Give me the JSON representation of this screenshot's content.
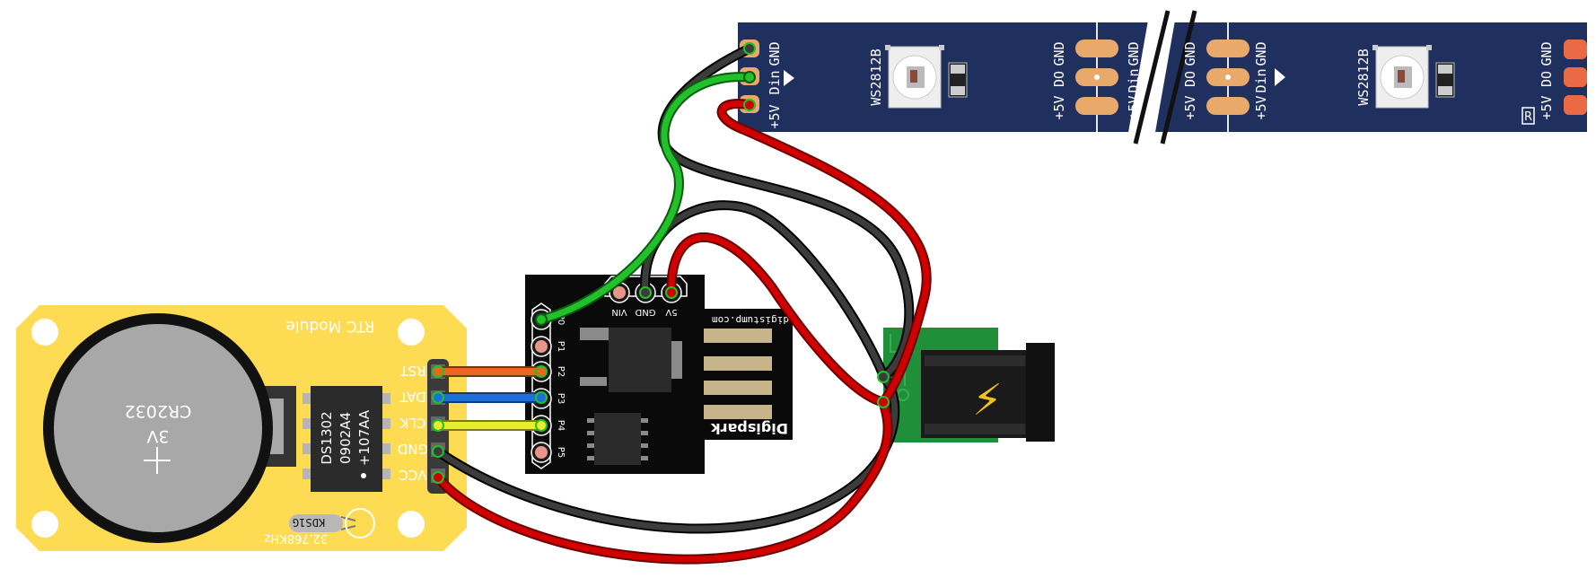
{
  "led_strip": {
    "pads_left": [
      "GND",
      "Din",
      "+5V"
    ],
    "pads_mid_left": [
      "GND",
      "DO",
      "+5V"
    ],
    "pads_mid_cut": [
      "GND",
      "Din",
      "+5V"
    ],
    "pads_mid_right": [
      "GND",
      "DO",
      "+5V"
    ],
    "pads_mid_right2": [
      "GND",
      "Din",
      "+5V"
    ],
    "pads_right": [
      "GND",
      "DO",
      "+5V"
    ],
    "chip_label": "WS2812B",
    "corner_mark": "R"
  },
  "rtc_module": {
    "title": "RTC Module",
    "battery": [
      "3V",
      "CR2032"
    ],
    "chip_lines": [
      "DS1302",
      "0902A4",
      "+107AA"
    ],
    "crystal_part": "KDS1G",
    "crystal_freq": "32.768KHz",
    "pins": [
      "RST",
      "DAT",
      "CLK",
      "GND",
      "VCC"
    ]
  },
  "digispark": {
    "pins": [
      "P0",
      "P1",
      "P2",
      "P3",
      "P4",
      "P5"
    ],
    "power_pins": [
      "VIN",
      "GND",
      "5V"
    ],
    "url": "digistump.com",
    "brand": "Digispark"
  },
  "power_jack": {
    "symbol": "⚡"
  },
  "colors": {
    "strip": "#1f2f5e",
    "rtc_board": "#fddb53",
    "wire_red": "#d00000",
    "wire_black": "#222222",
    "wire_green": "#22c02a",
    "wire_orange": "#e8681c",
    "wire_blue": "#1e6fd8",
    "wire_yellow": "#e8e82a",
    "jack_pcb": "#1f8f3a"
  }
}
